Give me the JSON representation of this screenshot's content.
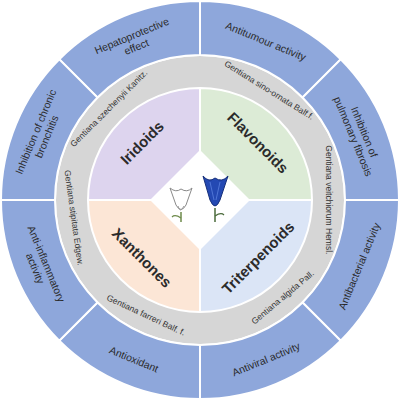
{
  "diagram": {
    "nodes": [
      {
        "text": [
          "Hepatoprotective effect"
        ]
      },
      {
        "text": [
          "Antitumour activity"
        ]
      },
      {
        "text": [
          "Inhibition of pulmonary fibrosis"
        ]
      },
      {
        "text": [
          "Antibacterial activity"
        ]
      },
      {
        "text": [
          "Antiviral activity"
        ]
      },
      {
        "text": [
          "Antioxidant"
        ]
      },
      {
        "text": [
          "Anti-inflammatory activity"
        ]
      },
      {
        "text": [
          "Inhibition of chronic bronchitis"
        ]
      },
      {
        "text": [
          "Iridoids"
        ]
      },
      {
        "text": [
          "Flavonoids"
        ]
      },
      {
        "text": [
          "Triterpenoids"
        ]
      },
      {
        "text": [
          "Xanthones"
        ]
      }
    ],
    "labels": [
      "Gentiana szechenyii Kanitz.",
      "Gentiana sino-ornata Balf.f.",
      "Gentiana veitchiorum Hemsl.",
      "Gentiana algida Pall.",
      "Gentiana farreri Balf. f.",
      "Gentiana stipitata Edgew."
    ]
  }
}
